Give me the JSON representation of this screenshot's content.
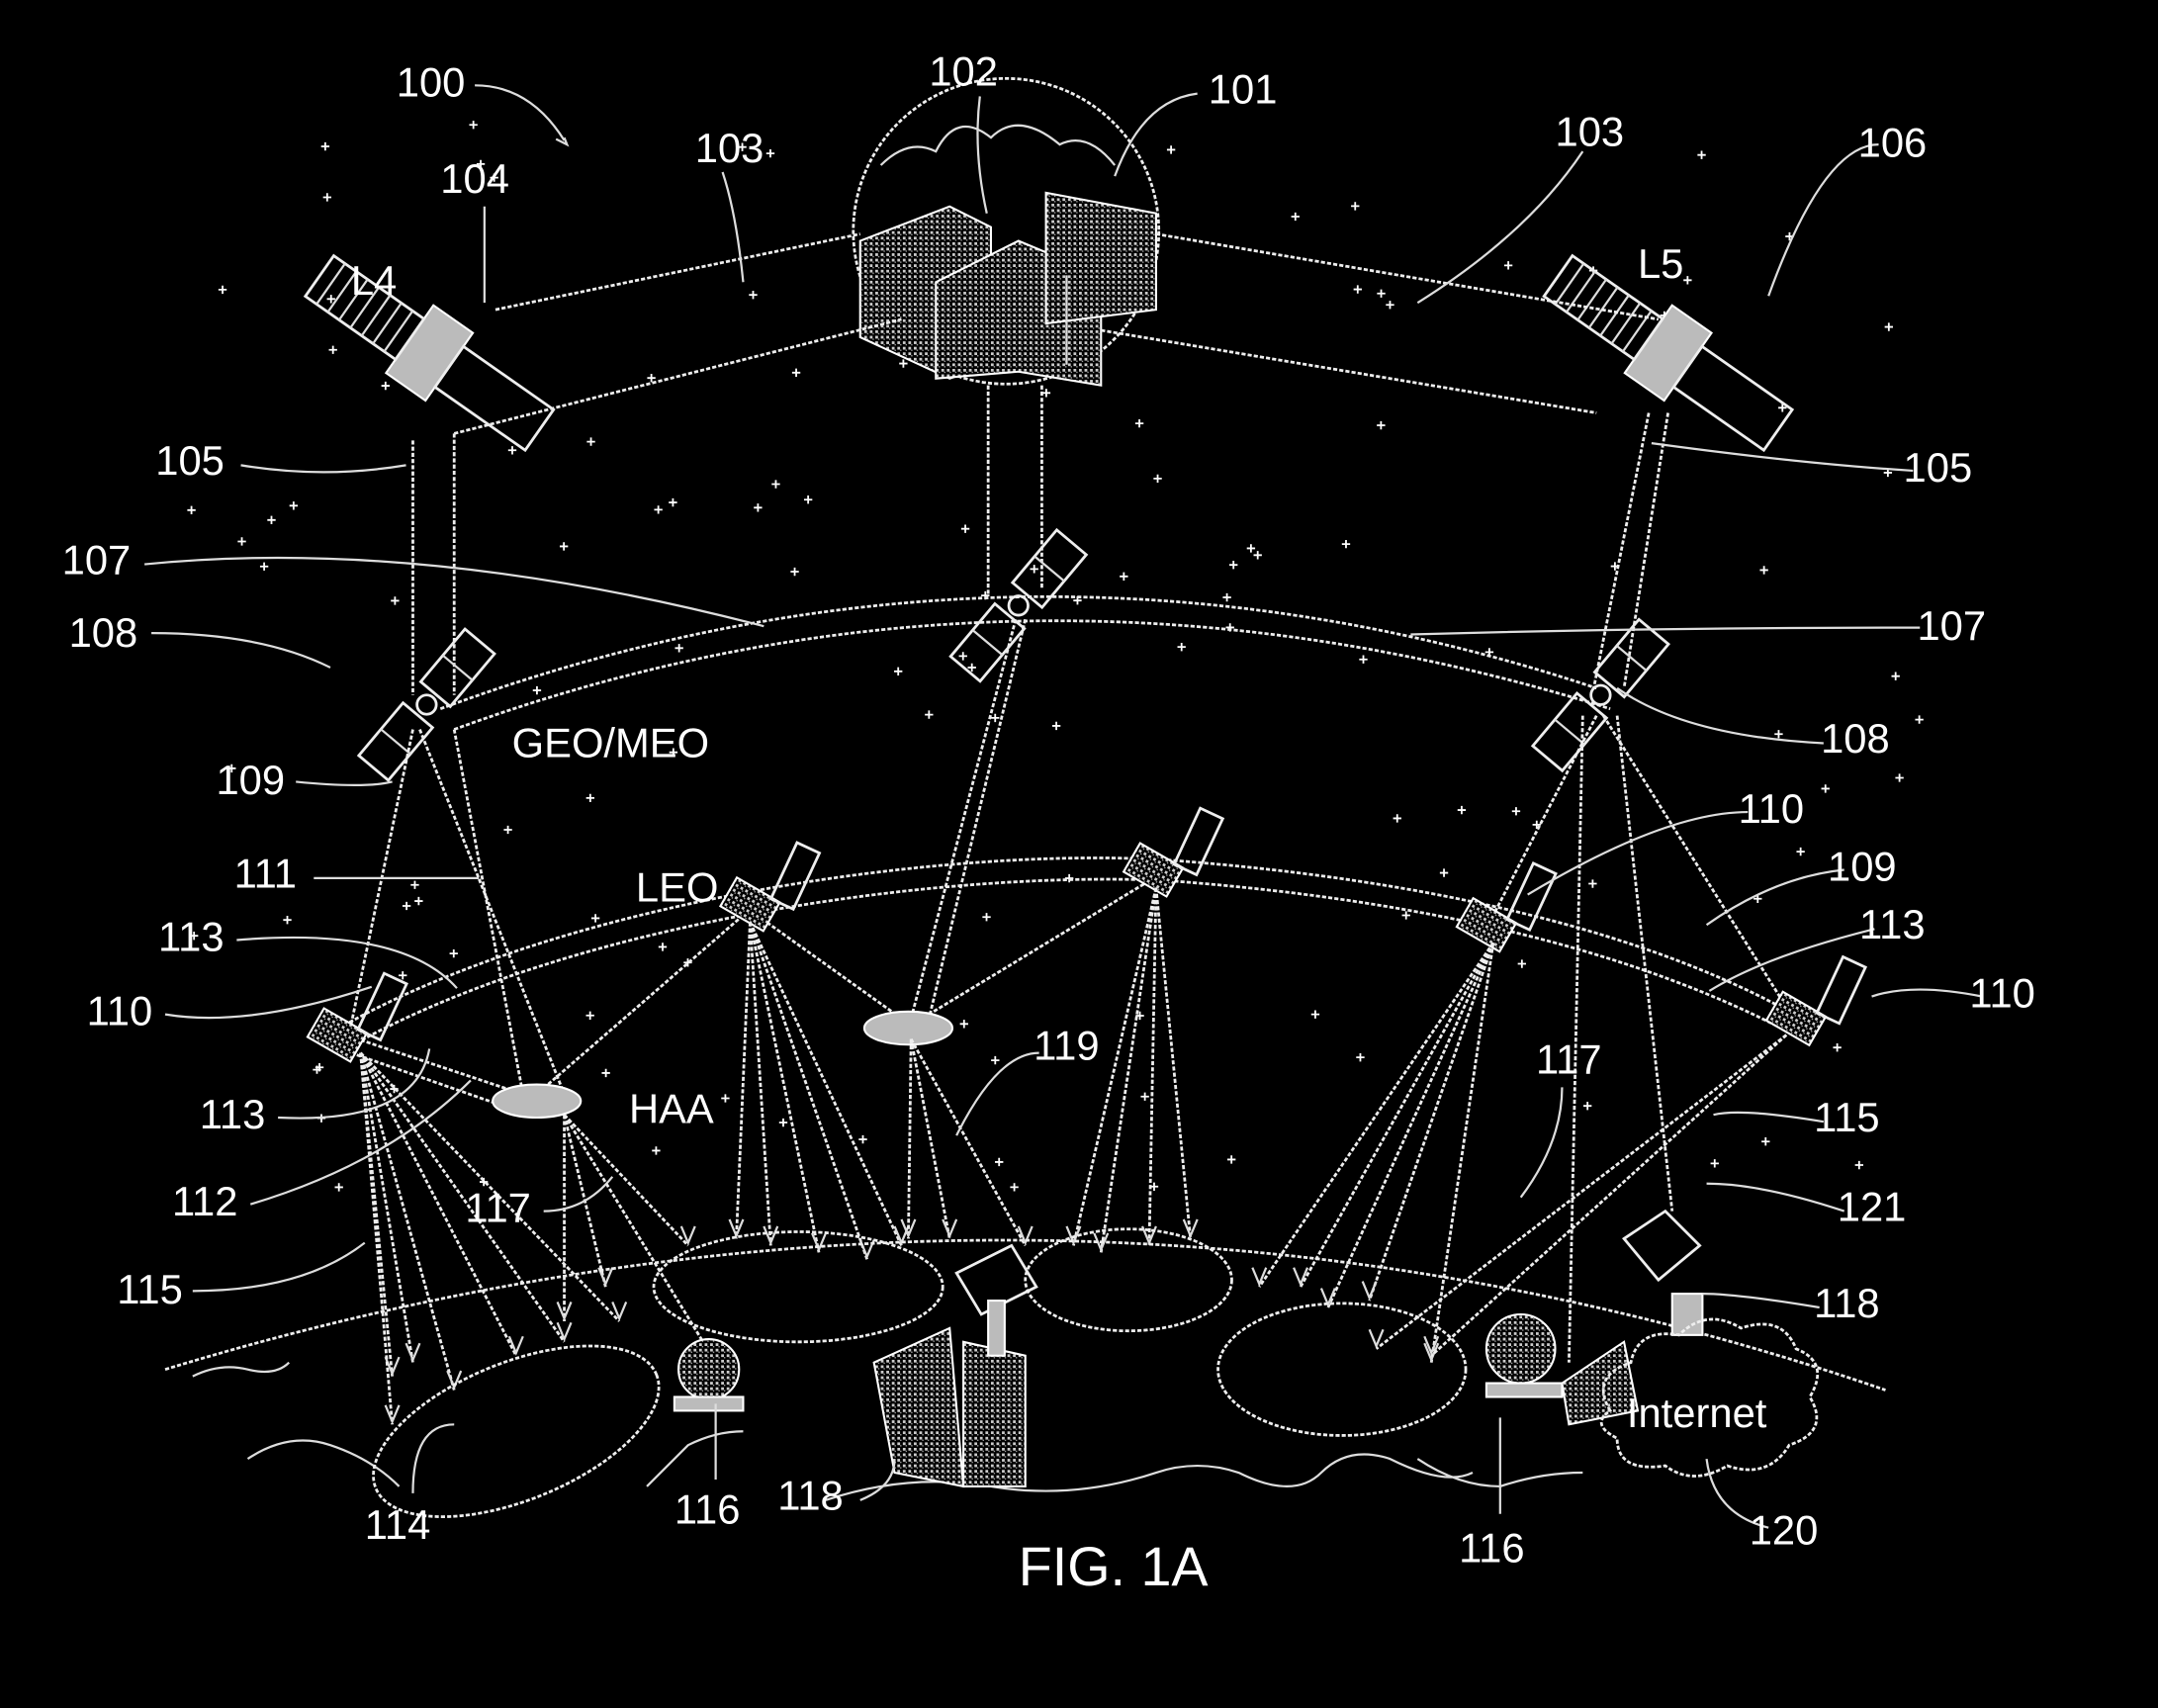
{
  "figure": {
    "title": "FIG. 1A",
    "colors": {
      "background": "#000000",
      "foreground": "#ffffff"
    },
    "labels": {
      "system": "100",
      "moon": "101",
      "moon_base": "102",
      "lunar_link_left": "103",
      "lunar_link_right": "103",
      "sat_l4": "104",
      "sat_l5": "106",
      "l4": "L4",
      "l5": "L5",
      "link_105_left": "105",
      "link_105_right": "105",
      "geo_orbit_left": "107",
      "geo_orbit_right": "107",
      "geo_sat_left": "108",
      "geo_sat_right": "108",
      "geo_meo": "GEO/MEO",
      "link_109_left": "109",
      "link_109_right": "109",
      "leo_sat_110_top": "110",
      "link_111": "111",
      "leo": "LEO",
      "link_113_a": "113",
      "link_113_right": "113",
      "leo_sat_110_left": "110",
      "leo_sat_110_right": "110",
      "haa_119": "119",
      "beam_117_right": "117",
      "link_113_b": "113",
      "haa": "HAA",
      "beam_115_right": "115",
      "haa_112": "112",
      "beam_117_left": "117",
      "link_121": "121",
      "beam_115_left": "115",
      "station_118_right": "118",
      "internet": "Internet",
      "coverage_114": "114",
      "gateway_116_left": "116",
      "station_118_left": "118",
      "gateway_116_right": "116",
      "internet_120": "120"
    }
  }
}
